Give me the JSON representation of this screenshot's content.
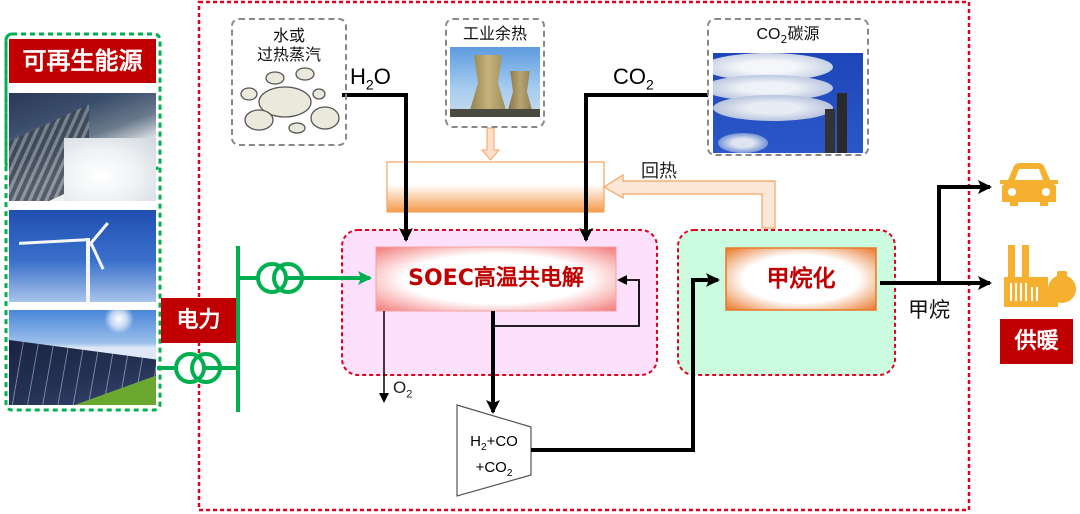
{
  "renewable": {
    "title": "可再生能源",
    "images": [
      "hydropower-dam",
      "wind-turbine",
      "solar-panels"
    ]
  },
  "power": {
    "label": "电力"
  },
  "inputs": {
    "steam": {
      "line1": "水或",
      "line2": "过热蒸汽",
      "flow_label_main": "H",
      "flow_label_sub": "2",
      "flow_label_tail": "O"
    },
    "waste_heat": {
      "title": "工业余热"
    },
    "co2_source": {
      "title_main": "CO",
      "title_sub": "2",
      "title_tail": "碳源",
      "flow_label_main": "CO",
      "flow_label_sub": "2"
    }
  },
  "heat_recovery": {
    "label": "回热"
  },
  "soec": {
    "title": "SOEC高温共电解",
    "o2_main": "O",
    "o2_sub": "2"
  },
  "syngas": {
    "line1_a": "H",
    "line1_sub": "2",
    "line1_b": "+CO",
    "line2_a": "+CO",
    "line2_sub": "2"
  },
  "methanation": {
    "title": "甲烷化",
    "product_label": "甲烷"
  },
  "outputs": {
    "heating_label": "供暖",
    "icons": [
      "car-icon",
      "factory-icon"
    ]
  },
  "colors": {
    "red_label": "#c00000",
    "green": "#00b050",
    "boundary_red": "#e00020",
    "soec_bg": "#fde0fb",
    "methanation_bg": "#ccfce0",
    "orange": "#f4a460",
    "icon_yellow": "#f5b030"
  }
}
